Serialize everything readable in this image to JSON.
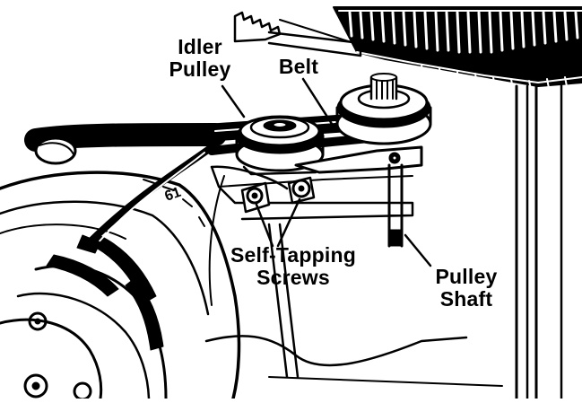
{
  "colors": {
    "ink": "#000000",
    "paper": "#ffffff"
  },
  "labels": {
    "idler_pulley": [
      "Idler",
      "Pulley"
    ],
    "belt": "Belt",
    "self_tapping_screws": [
      "Self-Tapping",
      "Screws"
    ],
    "pulley_shaft": [
      "Pulley",
      "Shaft"
    ]
  }
}
